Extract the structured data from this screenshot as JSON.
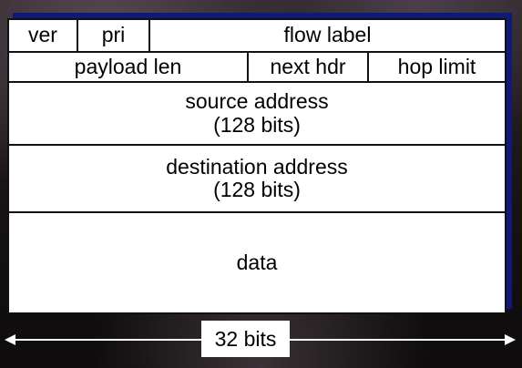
{
  "header_fields": {
    "row1": {
      "ver": "ver",
      "pri": "pri",
      "flow_label": "flow label"
    },
    "row2": {
      "payload_len": "payload len",
      "next_hdr": "next hdr",
      "hop_limit": "hop limit"
    },
    "source": {
      "name": "source address",
      "size": "(128 bits)"
    },
    "destination": {
      "name": "destination address",
      "size": "(128 bits)"
    },
    "data": "data"
  },
  "width_label": "32 bits",
  "colors": {
    "box_fill": "#ffffff",
    "border": "#111111",
    "shadow_accent": "#0f1a78"
  }
}
